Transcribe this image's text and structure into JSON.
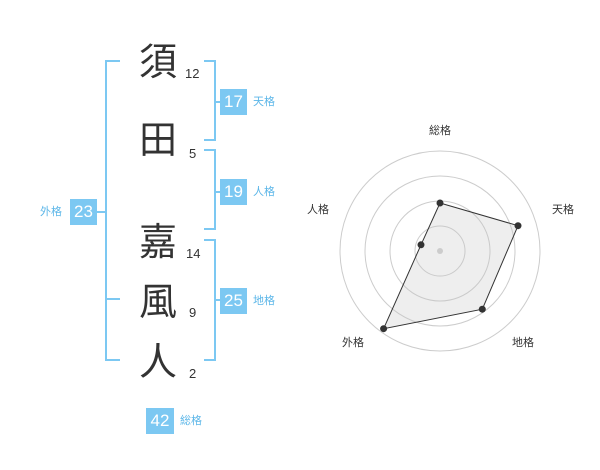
{
  "name": {
    "surname": [
      {
        "char": "須",
        "strokes": "12"
      },
      {
        "char": "田",
        "strokes": "5"
      }
    ],
    "given": [
      {
        "char": "嘉",
        "strokes": "14"
      },
      {
        "char": "風",
        "strokes": "9"
      },
      {
        "char": "人",
        "strokes": "2"
      }
    ]
  },
  "kaku": {
    "tenkaku": {
      "value": "17",
      "label": "天格"
    },
    "jinkaku": {
      "value": "19",
      "label": "人格"
    },
    "chikaku": {
      "value": "25",
      "label": "地格"
    },
    "gaikaku": {
      "value": "23",
      "label": "外格"
    },
    "soukaku": {
      "value": "42",
      "label": "総格"
    }
  },
  "colors": {
    "accent": "#7cc8f2",
    "accent_text": "#5bb6e8",
    "bracket": "#7cc8f2",
    "text": "#333333"
  },
  "chart_data": {
    "type": "radar",
    "axes": [
      "総格",
      "天格",
      "地格",
      "外格",
      "人格"
    ],
    "rmax": 5,
    "rings": 4,
    "values": [
      2.4,
      4.1,
      3.6,
      4.8,
      1.0
    ]
  }
}
